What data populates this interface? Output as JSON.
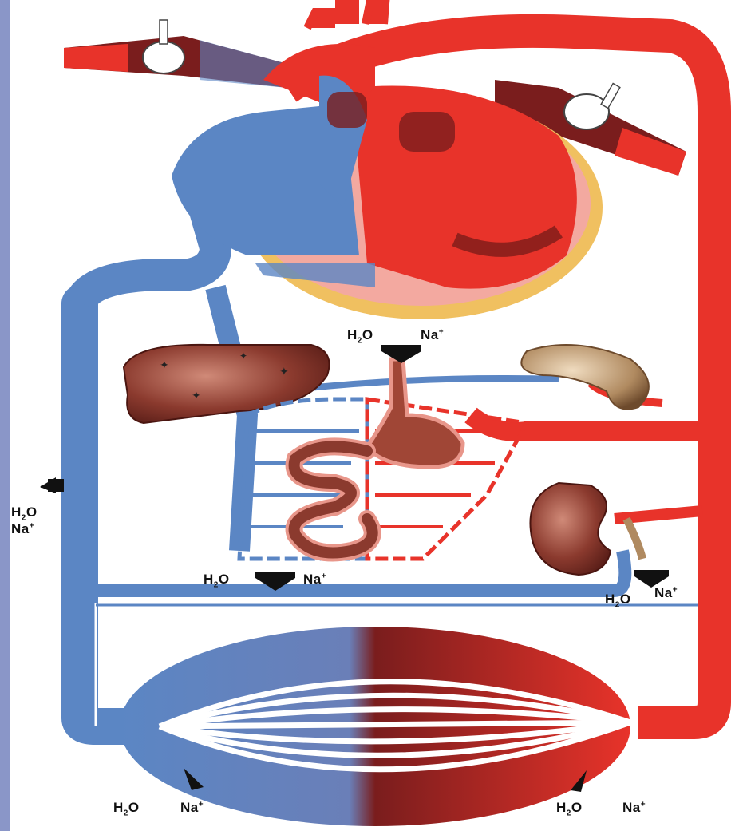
{
  "colors": {
    "arterial": "#e8332a",
    "venous": "#5b86c4",
    "dark_red": "#7a1d1d",
    "muscle_dark": "#6b1a1a",
    "organ_brown": "#8b3a2e",
    "pericardium": "#f0c060",
    "frame": "#8a96c8"
  },
  "icons": {
    "arrow": "arrow-icon",
    "lung": "lung-icon",
    "heart": "heart-icon",
    "liver": "liver-icon",
    "spleen": "spleen-icon",
    "stomach": "stomach-icon",
    "intestine": "intestine-icon",
    "kidney": "kidney-icon",
    "muscle": "muscle-capillary-icon"
  },
  "labels": {
    "h2o": "H",
    "h2o_sub": "2",
    "h2o_tail": "O",
    "na": "Na",
    "na_sup": "+"
  }
}
